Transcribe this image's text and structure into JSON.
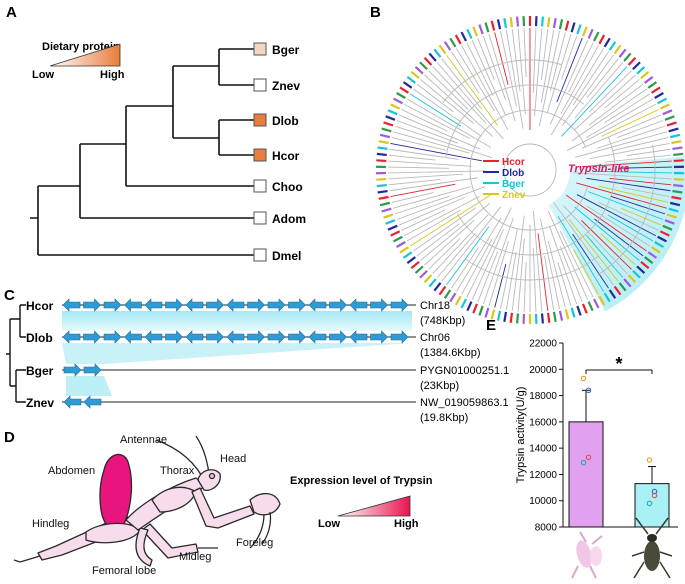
{
  "panels": {
    "a": {
      "letter": "A",
      "legend_title": "Dietary protein",
      "low": "Low",
      "high": "High",
      "taxa": [
        {
          "name": "Bger",
          "level": "light"
        },
        {
          "name": "Znev",
          "level": "none"
        },
        {
          "name": "Dlob",
          "level": "high"
        },
        {
          "name": "Hcor",
          "level": "high"
        },
        {
          "name": "Choo",
          "level": "none"
        },
        {
          "name": "Adom",
          "level": "none"
        },
        {
          "name": "Dmel",
          "level": "none"
        }
      ]
    },
    "b": {
      "letter": "B",
      "legend": [
        {
          "name": "Hcor",
          "color": "#e8212e"
        },
        {
          "name": "Dlob",
          "color": "#1f2a9c"
        },
        {
          "name": "Bger",
          "color": "#19c4d6"
        },
        {
          "name": "Znev",
          "color": "#d8c81c"
        }
      ],
      "clade_label": "Trypsin-like"
    },
    "c": {
      "letter": "C",
      "rows": [
        {
          "name": "Hcor",
          "scaffold": "Chr18",
          "size": "(748Kbp)"
        },
        {
          "name": "Dlob",
          "scaffold": "Chr06",
          "size": "(1384.6Kbp)"
        },
        {
          "name": "Bger",
          "scaffold": "PYGN01000251.1",
          "size": "(23Kbp)"
        },
        {
          "name": "Znev",
          "scaffold": "NW_019059863.1",
          "size": "(19.8Kbp)"
        }
      ]
    },
    "d": {
      "letter": "D",
      "labels": {
        "antennae": "Antennae",
        "head": "Head",
        "abdomen": "Abdomen",
        "thorax": "Thorax",
        "hindleg": "Hindleg",
        "foreleg": "Foreleg",
        "midleg": "Midleg",
        "femoral_lobe": "Femoral lobe"
      },
      "expression_title": "Expression level of Trypsin",
      "low": "Low",
      "high": "High"
    },
    "e": {
      "letter": "E",
      "significance": "*"
    }
  },
  "colors": {
    "diet_high": "#e87d3e",
    "diet_light": "#f5d6c3",
    "gene_arrow": "#2f9bd6",
    "synteny": "#b5ecf5",
    "abdomen": "#e8157f",
    "mantis_body": "#f7dcec",
    "bar_mantis": "#e2a1f0",
    "bar_cricket": "#a9f1f5"
  },
  "chart_data": {
    "type": "bar",
    "categories": [
      "mantis",
      "cricket"
    ],
    "values": [
      16000,
      11300
    ],
    "errors": [
      2400,
      1300
    ],
    "points": [
      [
        19300,
        18400,
        13300,
        12900
      ],
      [
        13100,
        10700,
        10400,
        9800
      ]
    ],
    "ylabel": "Trypsin activity(U/g)",
    "ylim": [
      8000,
      22000
    ],
    "yticks": [
      8000,
      10000,
      12000,
      14000,
      16000,
      18000,
      20000,
      22000
    ],
    "colors": [
      "#e2a1f0",
      "#a9f1f5"
    ]
  }
}
